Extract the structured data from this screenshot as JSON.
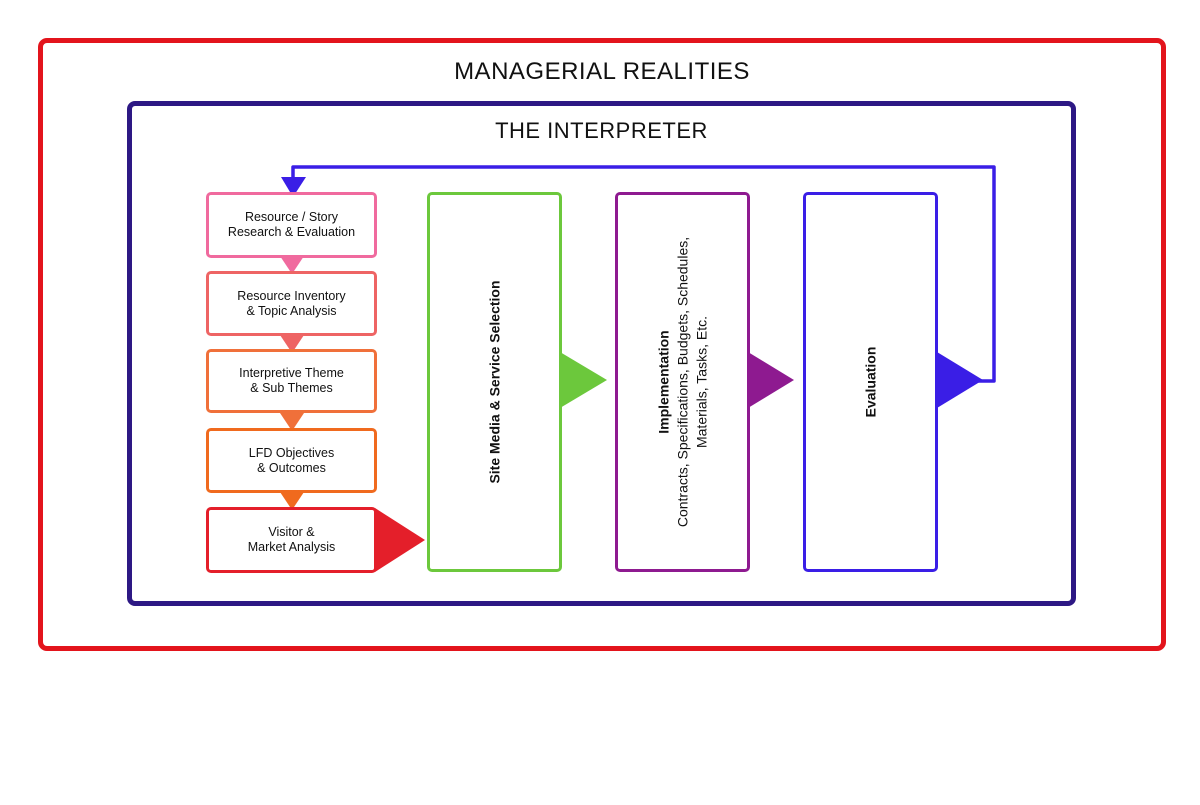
{
  "outer_title": "MANAGERIAL REALITIES",
  "inner_title": "THE INTERPRETER",
  "steps": [
    {
      "label": "Resource / Story\nResearch & Evaluation",
      "color": "#f06a9e"
    },
    {
      "label": "Resource Inventory\n& Topic Analysis",
      "color": "#ee6464"
    },
    {
      "label": "Interpretive Theme\n& Sub Themes",
      "color": "#f0703a"
    },
    {
      "label": "LFD Objectives\n& Outcomes",
      "color": "#f06a1e"
    },
    {
      "label": "Visitor &\nMarket Analysis",
      "color": "#e41f2a"
    }
  ],
  "columns": [
    {
      "label": "Site Media & Service Selection",
      "detail": "",
      "color": "#6cc83c"
    },
    {
      "label": "Implementation",
      "detail": "Contracts, Specifications, Budgets, Schedules, Materials, Tasks, Etc.",
      "color": "#8e1a90"
    },
    {
      "label": "Evaluation",
      "detail": "",
      "color": "#3a1ee6"
    }
  ],
  "colors": {
    "outer_border": "#e3141c",
    "inner_border": "#2d1884",
    "feedback_arrow": "#3a1ee6"
  }
}
